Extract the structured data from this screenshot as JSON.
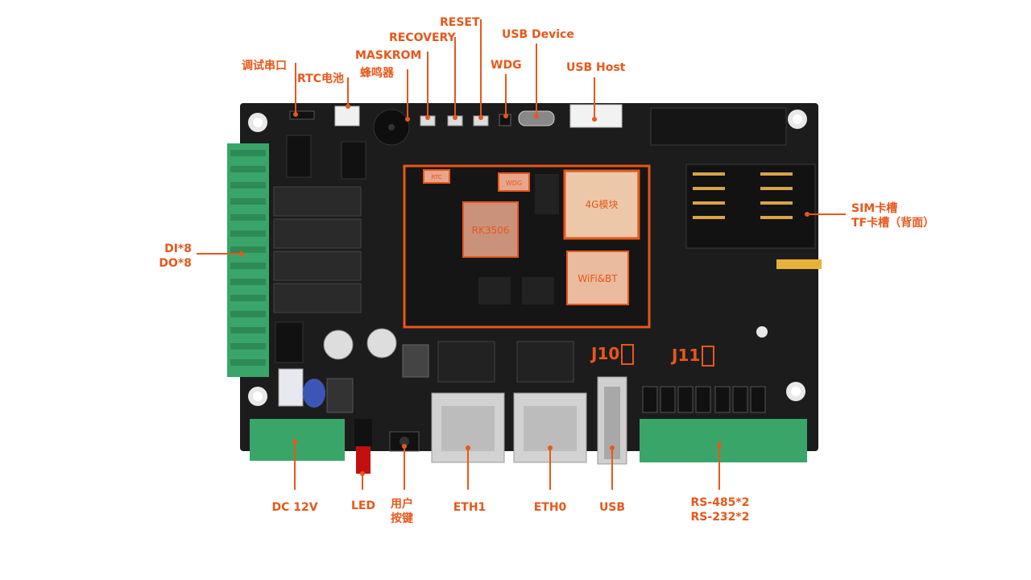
{
  "labels": {
    "debug_uart": "调试串口",
    "rtc_battery": "RTC电池",
    "maskrom": "MASKROM",
    "buzzer": "蜂鸣器",
    "recovery": "RECOVERY",
    "reset": "RESET",
    "usb_device": "USB Device",
    "wdg": "WDG",
    "usb_host": "USB Host",
    "sim_slot": "SIM卡槽",
    "tf_slot": "TF卡槽（背面）",
    "di": "DI*8",
    "do": "DO*8",
    "dc": "DC 12V",
    "led": "LED",
    "user_key_1": "用户",
    "user_key_2": "按键",
    "eth1": "ETH1",
    "eth0": "ETH0",
    "usb": "USB",
    "rs485": "RS-485*2",
    "rs232": "RS-232*2"
  },
  "chips": {
    "rtc": "RTC",
    "wdg_chip": "WDG",
    "soc": "RK3506",
    "module_4g": "4G模块",
    "wifi_bt": "WiFi&BT",
    "j10": "J10",
    "j11": "J11"
  },
  "colors": {
    "accent": "#e8571a",
    "pcb": "#1c1c1c",
    "terminal": "#3aa568"
  }
}
